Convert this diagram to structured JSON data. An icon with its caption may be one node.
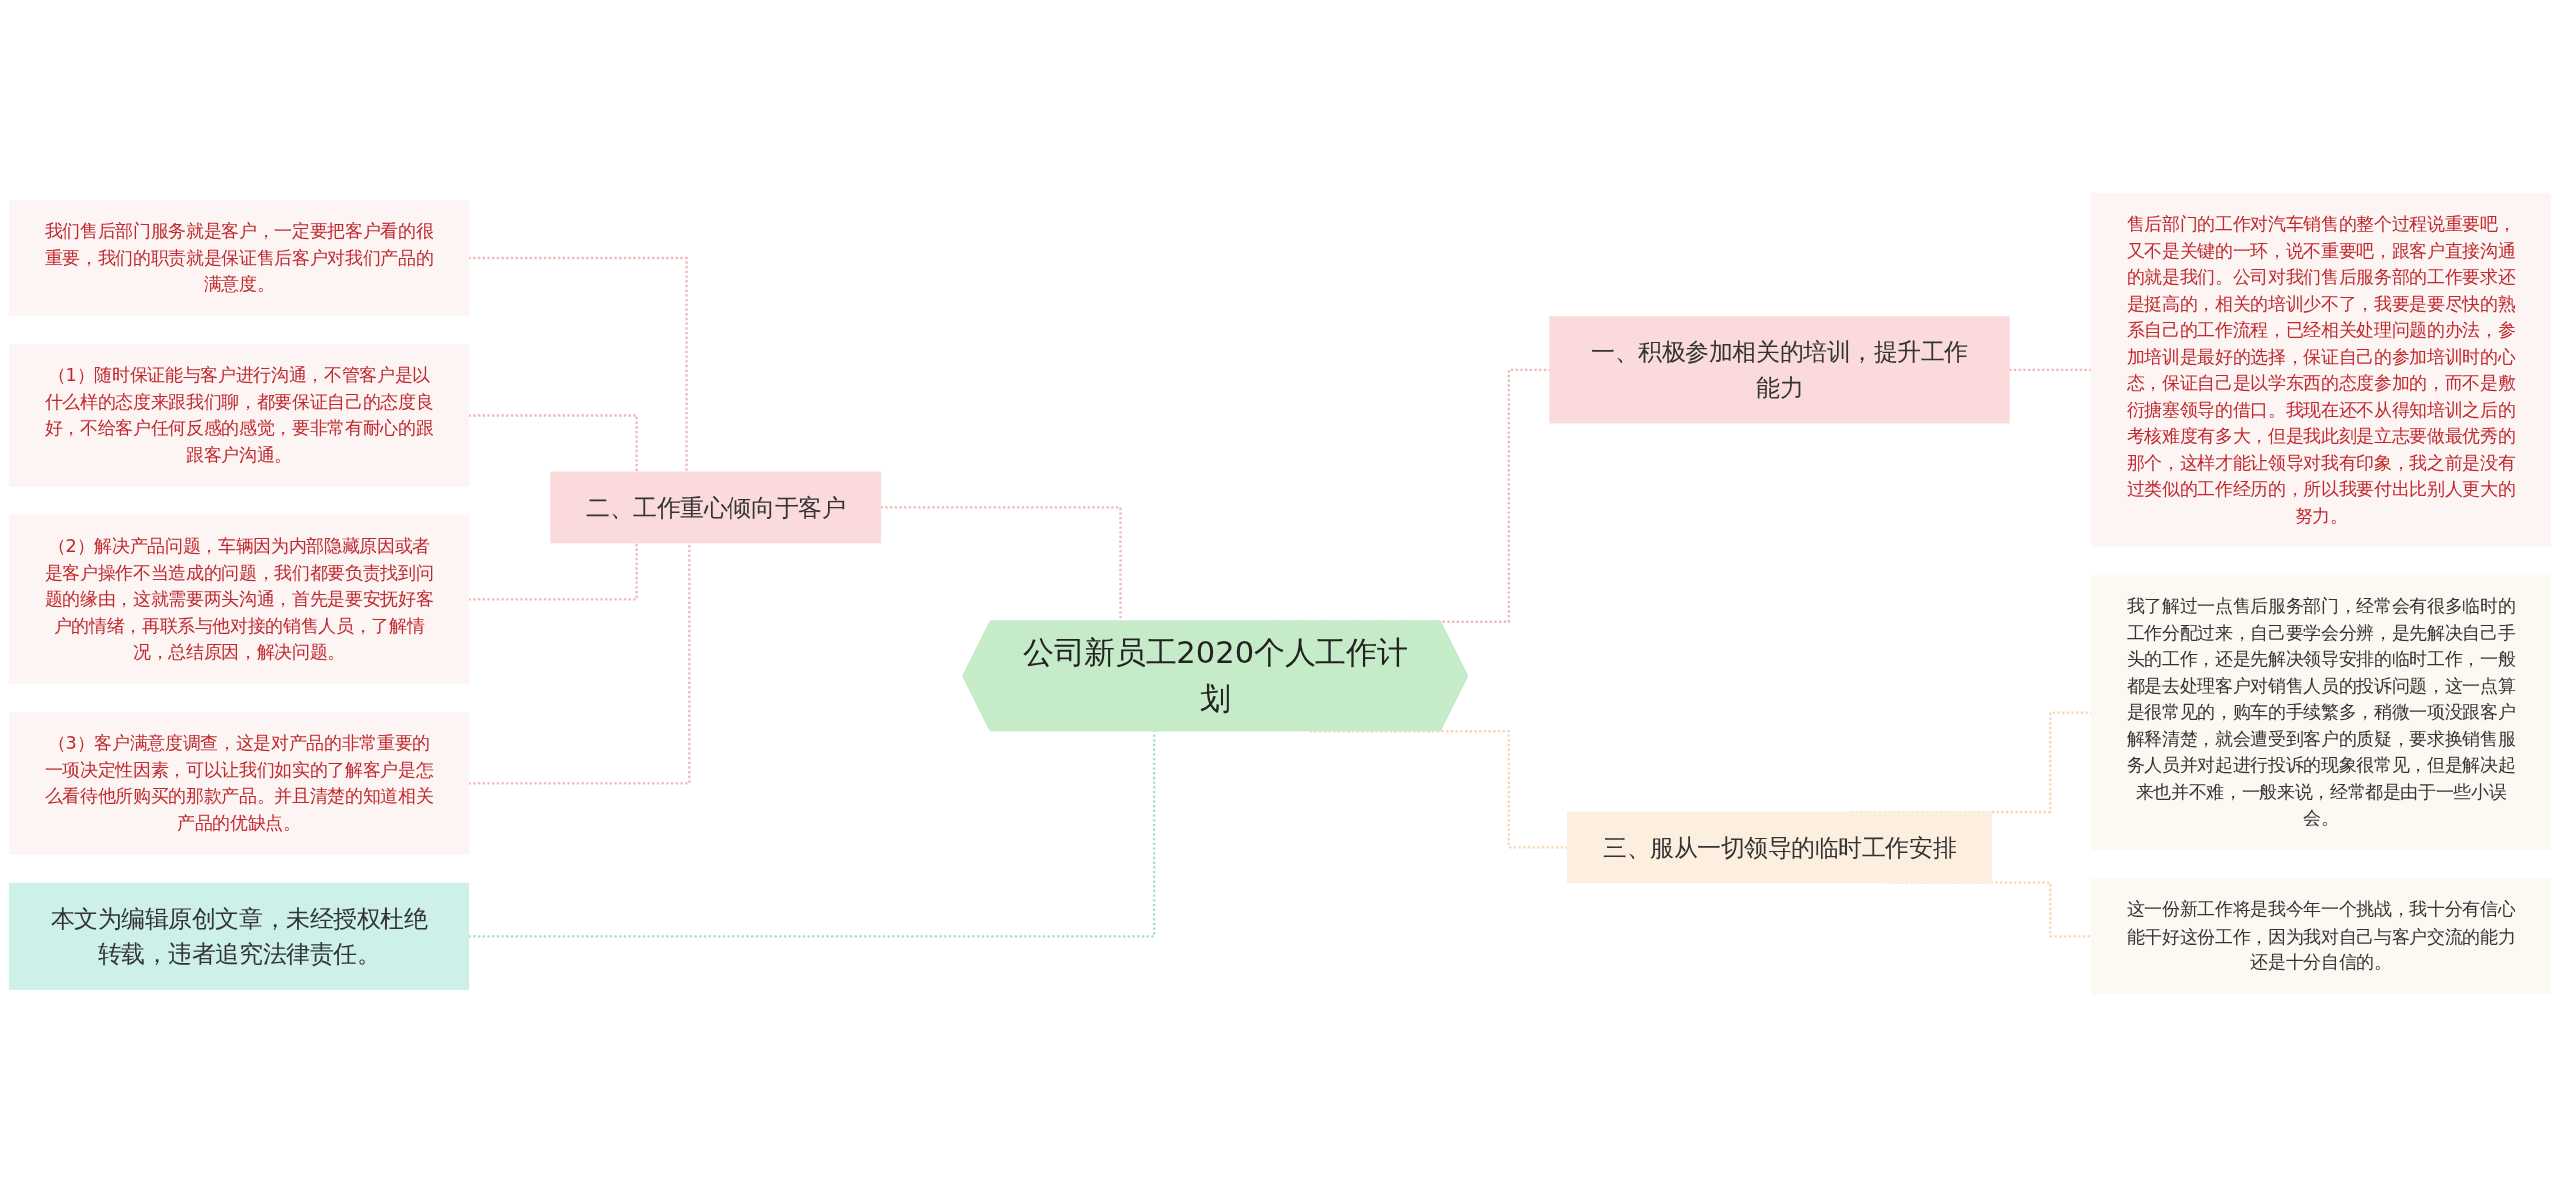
{
  "diagram": {
    "nodes": [
      {
        "text": [
          "公司新员工2020个人工作计划"
        ]
      },
      {
        "text": [
          "二、工作重心倾向于客户"
        ]
      },
      {
        "text": [
          "我们售后部门服务就是客户，一定要把客户看的很重要，我们的职责就是保证售后客户对我们产品的满意度。"
        ]
      },
      {
        "text": [
          "（1）随时保证能与客户进行沟通，不管客户是以什么样的态度来跟我们聊，都要保证自己的态度良好，不给客户任何反感的感觉，要非常有耐心的跟跟客户沟通。"
        ]
      },
      {
        "text": [
          "（2）解决产品问题，车辆因为内部隐藏原因或者是客户操作不当造成的问题，我们都要负责找到问题的缘由，这就需要两头沟通，首先是要安抚好客户的情绪，再联系与他对接的销售人员，了解情况，总结原因，解决问题。"
        ]
      },
      {
        "text": [
          "（3）客户满意度调查，这是对产品的非常重要的一项决定性因素，可以让我们如实的了解客户是怎么看待他所购买的那款产品。并且清楚的知道相关产品的优缺点。"
        ]
      },
      {
        "text": [
          "本文为编辑原创文章，未经授权杜绝转载，违者追究法律责任。"
        ]
      },
      {
        "text": [
          "一、积极参加相关的培训，提升工作能力"
        ]
      },
      {
        "text": [
          "售后部门的工作对汽车销售的整个过程说重要吧，又不是关键的一环，说不重要吧，跟客户直接沟通的就是我们。公司对我们售后服务部的工作要求还是挺高的，相关的培训少不了，我要是要尽快的熟系自己的工作流程，已经相关处理问题的办法，参加培训是最好的选择，保证自己的参加培训时的心态，保证自己是以学东西的态度参加的，而不是敷衍搪塞领导的借口。我现在还不从得知培训之后的考核难度有多大，但是我此刻是立志要做最优秀的那个，这样才能让领导对我有印象，我之前是没有过类似的工作经历的，所以我要付出比别人更大的努力。"
        ]
      },
      {
        "text": [
          "三、服从一切领导的临时工作安排"
        ]
      },
      {
        "text": [
          "我了解过一点售后服务部门，经常会有很多临时的工作分配过来，自己要学会分辨，是先解决自己手头的工作，还是先解决领导安排的临时工作，一般都是去处理客户对销售人员的投诉问题，这一点算是很常见的，购车的手续繁多，稍微一项没跟客户解释清楚，就会遭受到客户的质疑，要求换销售服务人员并对起进行投诉的现象很常见，但是解决起来也并不难，一般来说，经常都是由于一些小误会。"
        ]
      },
      {
        "text": [
          "这一份新工作将是我今年一个挑战，我十分有信心能干好这份工作，因为我对自己与客户交流的能力还是十分自信的。"
        ]
      }
    ],
    "edges": [
      {
        "from": 2,
        "to": 1,
        "arrow": "none",
        "style": "dashed"
      },
      {
        "from": 3,
        "to": 1,
        "arrow": "none",
        "style": "dashed"
      },
      {
        "from": 4,
        "to": 1,
        "arrow": "none",
        "style": "dashed"
      },
      {
        "from": 5,
        "to": 1,
        "arrow": "none",
        "style": "dashed"
      },
      {
        "from": 1,
        "to": 0,
        "arrow": "none",
        "style": "dashed"
      },
      {
        "from": 6,
        "to": 0,
        "arrow": "none",
        "style": "dashed",
        "color": "#a6ddd1"
      },
      {
        "from": 0,
        "to": 7,
        "arrow": "none",
        "style": "dashed"
      },
      {
        "from": 7,
        "to": 8,
        "arrow": "none",
        "style": "dashed"
      },
      {
        "from": 0,
        "to": 9,
        "arrow": "none",
        "style": "dashed",
        "color": "#f8d6b5"
      },
      {
        "from": 9,
        "to": 10,
        "arrow": "none",
        "style": "dashed",
        "color": "#f8d6b5"
      },
      {
        "from": 9,
        "to": 11,
        "arrow": "none",
        "style": "dashed",
        "color": "#f8d6b5"
      }
    ]
  }
}
